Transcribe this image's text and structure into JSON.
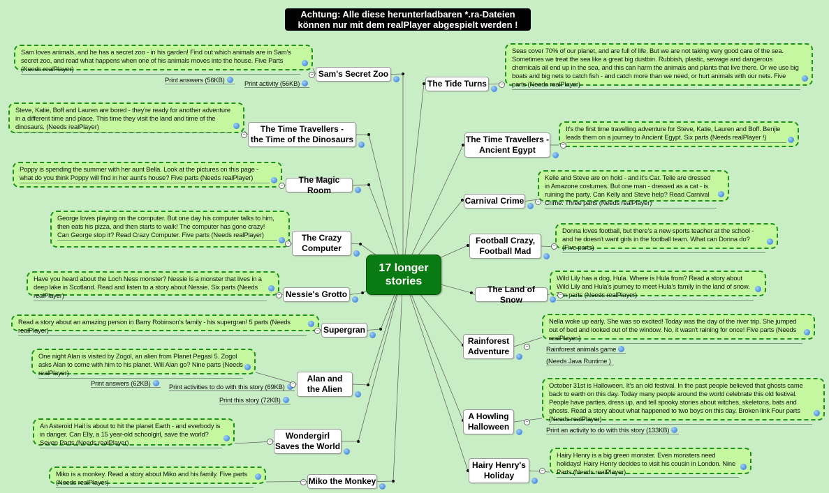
{
  "banner": {
    "line1": "Achtung:  Alle diese herunterladbaren *.ra-Dateien",
    "line2": "können nur mit dem realPlayer abgespielt werden !"
  },
  "center": {
    "label": "17 longer\nstories"
  },
  "colors": {
    "background": "#c9eec5",
    "center": "#0a7a12",
    "note_fill": "#c4f7a0",
    "note_border": "#1f8f1f",
    "link_icon": "#2a6fd0"
  },
  "topics": [
    {
      "label": "Sam's Secret Zoo",
      "note": "Sam loves animals, and he has a secret zoo - in his garden! Find out which animals are in Sam's secret zoo, and read what happens when one of his animals moves into the house. Five Parts (Needs realPlayer)",
      "extras": [
        "Print answers (56KB)",
        "Print activity (56KB)"
      ]
    },
    {
      "label": "The Time Travellers -\nthe Time of the Dinosaurs",
      "note": "Steve, Katie, Boff and Lauren are bored - they're ready for another adventure in a different time and place. This time they visit the land and time of the dinosaurs. (Needs realPlayer)",
      "extras": []
    },
    {
      "label": "The Magic Room",
      "note": "Poppy is spending the summer with her aunt Bella. Look at the pictures on this page - what do you think Poppy will find in her aunt's house? Five parts (Needs realPlayer)",
      "extras": []
    },
    {
      "label": "The Crazy\nComputer",
      "note": "George loves playing on the computer. But one day his computer talks to him, then eats his pizza, and then starts to walk! The computer has gone crazy! Can George stop it? Read Crazy Computer. Five parts (Needs realPlayer)",
      "extras": []
    },
    {
      "label": "Nessie's Grotto",
      "note": "Have you heard about the Loch Ness monster? Nessie is a monster that lives in a deep lake in Scotland. Read and listen to a story about Nessie. Six parts (Needs realPlayer)",
      "extras": []
    },
    {
      "label": "Supergran",
      "note": "Read a story about an amazing person in Barry Robinson's family - his supergran! 5 parts (Needs realPlayer)",
      "extras": []
    },
    {
      "label": "Alan and\nthe Alien",
      "note": "One night Alan is visited by Zogol, an alien from Planet Pegasi 5. Zogol asks Alan to come with him to his planet. Will Alan go? Nine parts (Needs realPlayer)",
      "extras": [
        "Print answers (62KB)",
        "Print activities to do with this story (69KB)",
        "Print this story (72KB)"
      ]
    },
    {
      "label": "Wondergirl\nSaves the World",
      "note": "An Asteroid Hail is about to hit the planet Earth - and everbody is in danger. Can Elly, a 15 year-old schoolgirl, save the world? Seven Parts (Needs realPlayer)",
      "extras": []
    },
    {
      "label": "Miko the Monkey",
      "note": "Miko is a monkey. Read a story about Miko and his family. Five parts (Needs realPlayer)",
      "extras": []
    },
    {
      "label": "The Tide Turns",
      "note": "Seas cover 70% of our planet, and are full of life. But we are not taking very good care of the sea. Sometimes we treat the sea like a great big dustbin. Rubbish, plastic, sewage and dangerous chemicals all end up in the sea, and this can harm the animals and plants that live there. Or we use big boats and big nets to catch fish - and catch more than we need, or hurt animals with our nets. Five parts (Needs realPlayer)",
      "extras": []
    },
    {
      "label": "The Time Travellers -\nAncient Egypt",
      "note": "It's the first time travelling adventure for Steve, Katie, Lauren and Boff. Benjie leads them on a journey to Ancient Egypt.  Six parts (Needs realPlayer !)",
      "extras": []
    },
    {
      "label": "Carnival Crime",
      "note": "Kelle and Steve are on hold - and it's Car. Teile are dressed in Amazone costumes. But one man - dressed as a cat - is ruining the party. Can Kelly and Steve help? Read Carnival Crime. Three parts (Needs realPlayer)",
      "extras": []
    },
    {
      "label": "Football Crazy,\nFootball Mad",
      "note": "Donna loves football, but there's a new sports teacher at the school - and he doesn't want girls in the football team.  What can Donna do? (Five parts)",
      "extras": []
    },
    {
      "label": "The Land of Snow",
      "note": "Wild Lily has a dog, Hula. Where is Hula from? Read a story about Wild Lily and Hula's journey to meet Hula's family in the land of snow. Ten parts (Needs realPlayer)",
      "extras": []
    },
    {
      "label": "Rainforest\nAdventure",
      "note": "Nella woke up early. She was so excited! Today was the day of the river trip. She jumped out of bed and looked out of the window. No, it wasn't raining for once! Five parts (Needs realPlayer.)",
      "extras": [
        "Rainforest animals game",
        "(Needs Java Runtime )"
      ]
    },
    {
      "label": "A Howling\nHalloween",
      "note": "October 31st is Halloween. It's an old festival. In the past people believed that ghosts came back to earth on this day. Today many people around the world celebrate this old festival. People have parties, dress up, and tell spooky stories about witches, skeletons, bats and ghosts. Read a story about what happened to two boys on this day. Broken link Four parts (Needs realPlayer)",
      "extras": [
        "Print an activity to do with this story (133KB)"
      ]
    },
    {
      "label": "Hairy Henry's\nHoliday",
      "note": "Hairy Henry is a big green monster. Even monsters need holidays! Hairy Henry decides to visit his cousin in London. Nine Parts (Needs realPlayer)",
      "extras": []
    }
  ]
}
